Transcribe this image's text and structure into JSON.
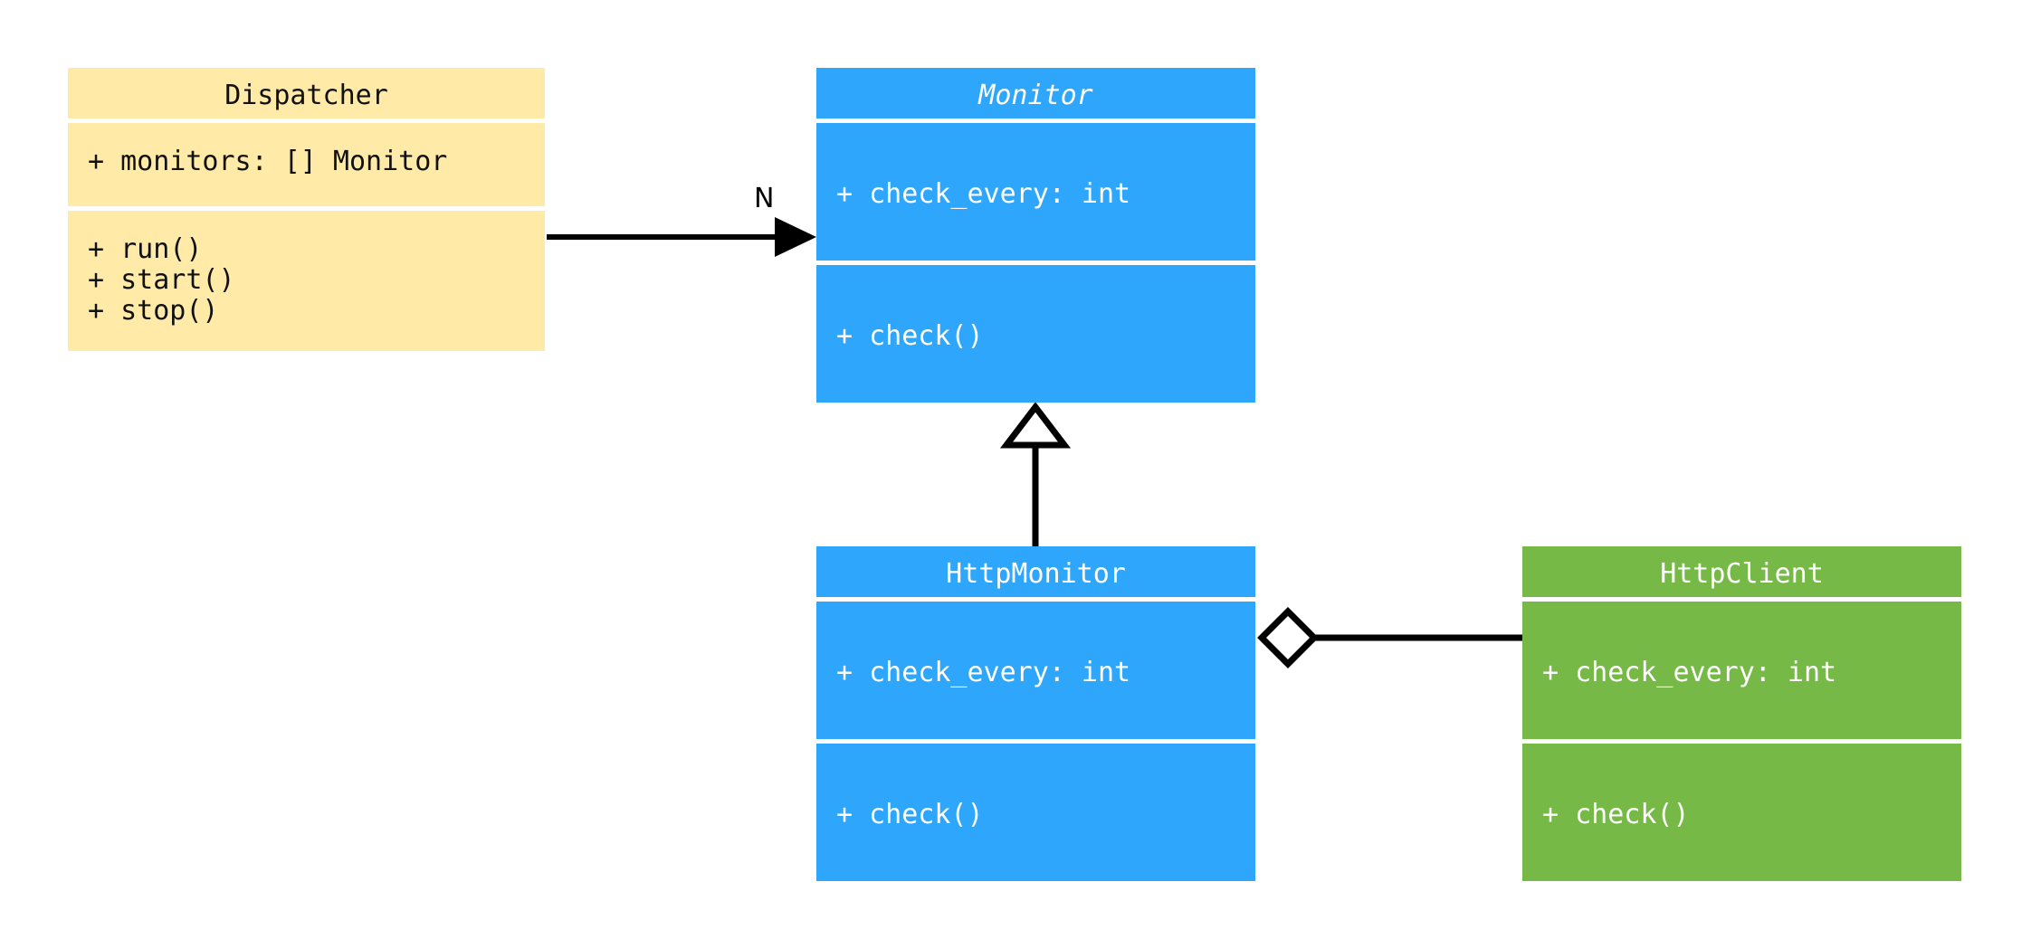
{
  "diagram": {
    "type": "uml-class-diagram",
    "background": "#ffffff",
    "palette": {
      "yellow_fill": "#ffeaa7",
      "yellow_text": "#111111",
      "blue_fill": "#2ea6fb",
      "green_fill": "#76b947",
      "member_text": "#ffffff",
      "edge_stroke": "#000000"
    }
  },
  "classes": {
    "dispatcher": {
      "name": "Dispatcher",
      "abstract": false,
      "attributes": [
        "+ monitors: [] Monitor"
      ],
      "operations": [
        "+ run()",
        "+ start()",
        "+ stop()"
      ]
    },
    "monitor": {
      "name": "Monitor",
      "abstract": true,
      "attributes": [
        "+ check_every: int"
      ],
      "operations": [
        "+ check()"
      ]
    },
    "http_monitor": {
      "name": "HttpMonitor",
      "abstract": false,
      "attributes": [
        "+ check_every: int"
      ],
      "operations": [
        "+ check()"
      ]
    },
    "http_client": {
      "name": "HttpClient",
      "abstract": false,
      "attributes": [
        "+ check_every: int"
      ],
      "operations": [
        "+ check()"
      ]
    }
  },
  "relationships": {
    "dispatcher_to_monitor": {
      "kind": "association",
      "arrow": "filled-triangle",
      "label": "N",
      "from": "Dispatcher",
      "to": "Monitor"
    },
    "httpmonitor_to_monitor": {
      "kind": "generalization",
      "arrow": "hollow-triangle",
      "label": "",
      "from": "HttpMonitor",
      "to": "Monitor"
    },
    "httpmonitor_to_httpclient": {
      "kind": "aggregation",
      "arrow": "hollow-diamond",
      "label": "",
      "from": "HttpMonitor",
      "to": "HttpClient"
    }
  }
}
